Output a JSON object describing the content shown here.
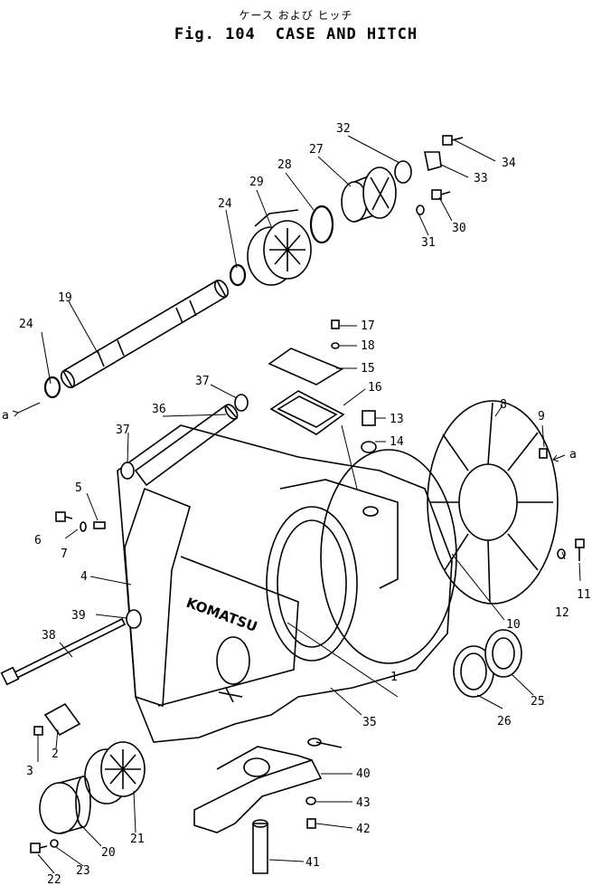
{
  "title": {
    "japanese": "ケース および ヒッチ",
    "figure": "Fig. 104",
    "english": "CASE AND HITCH"
  },
  "brand": "KOMATSU",
  "callouts": {
    "p1": "1",
    "p2": "2",
    "p3": "3",
    "p4": "4",
    "p5": "5",
    "p6": "6",
    "p7": "7",
    "p8": "8",
    "p9": "9",
    "p10": "10",
    "p11": "11",
    "p12": "12",
    "p13": "13",
    "p14": "14",
    "p15": "15",
    "p16": "16",
    "p17": "17",
    "p18": "18",
    "p19": "19",
    "p20": "20",
    "p21": "21",
    "p22": "22",
    "p23": "23",
    "p24a": "24",
    "p24b": "24",
    "p25": "25",
    "p26": "26",
    "p27": "27",
    "p28": "28",
    "p29": "29",
    "p30": "30",
    "p31": "31",
    "p32": "32",
    "p33": "33",
    "p34": "34",
    "p35": "35",
    "p36": "36",
    "p37a": "37",
    "p37b": "37",
    "p38": "38",
    "p39": "39",
    "p40": "40",
    "p41": "41",
    "p42": "42",
    "p43": "43",
    "ref_a_left": "a",
    "ref_a_right": "a"
  }
}
